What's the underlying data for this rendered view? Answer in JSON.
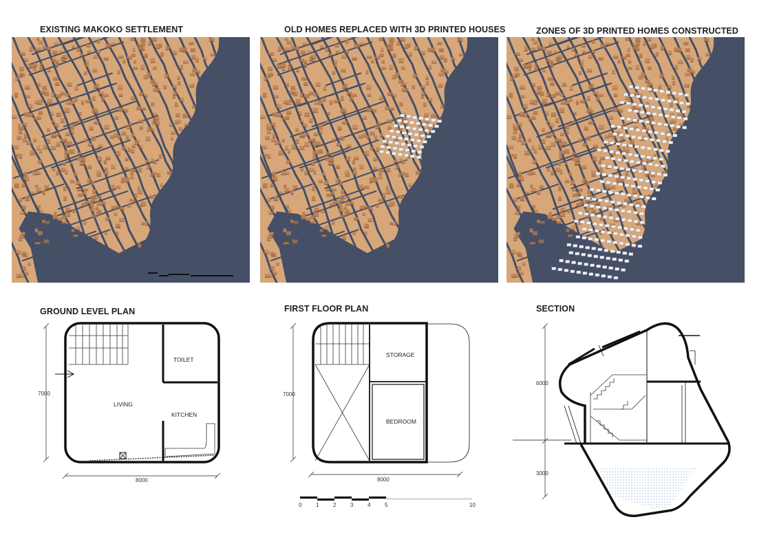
{
  "colors": {
    "land": "#d7a77a",
    "water": "#454f66",
    "house": "#b87f55",
    "printed": "#f2f2f4"
  },
  "maps": [
    {
      "title": "EXISTING MAKOKO SETTLEMENT",
      "printed_rows": 0
    },
    {
      "title": "OLD HOMES REPLACED WITH 3D PRINTED HOUSES",
      "printed_rows": 8
    },
    {
      "title": "ZONES OF 3D PRINTED HOMES CONSTRUCTED",
      "printed_rows": 24
    }
  ],
  "plans": {
    "ground": {
      "title": "GROUND LEVEL PLAN",
      "rooms": {
        "toilet": "TOILET",
        "living": "LIVING",
        "kitchen": "KITCHEN"
      },
      "dim_width": "8000",
      "dim_height": "7000"
    },
    "first": {
      "title": "FIRST FLOOR PLAN",
      "rooms": {
        "storage": "STORAGE",
        "bedroom": "BEDROOM"
      },
      "dim_width": "8000",
      "dim_height": "7000"
    },
    "section": {
      "title": "SECTION",
      "dim_upper": "6000",
      "dim_lower": "3000"
    }
  },
  "scale_bar": {
    "ticks": [
      "0",
      "1",
      "2",
      "3",
      "4",
      "5",
      "10"
    ]
  }
}
